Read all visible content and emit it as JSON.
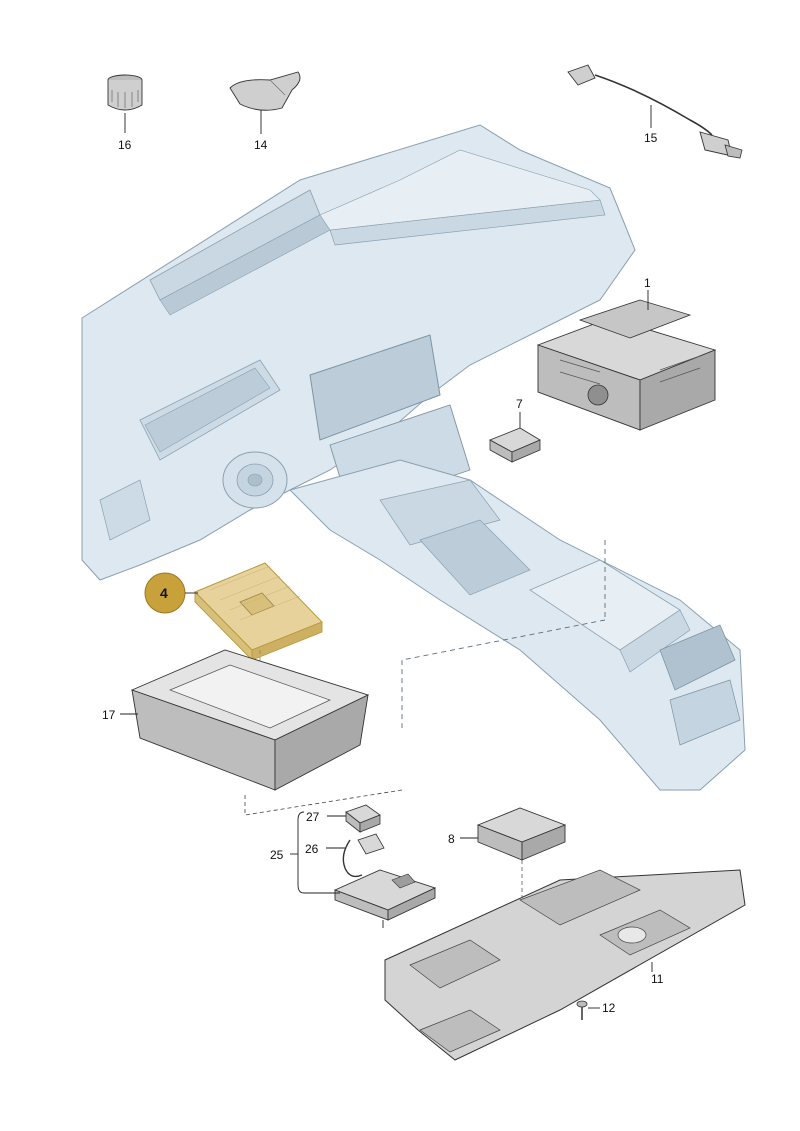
{
  "diagram": {
    "labels": {
      "p16": "16",
      "p14": "14",
      "p15": "15",
      "p1": "1",
      "p7": "7",
      "p4": "4",
      "p17": "17",
      "p27": "27",
      "p26": "26",
      "p25": "25",
      "p8": "8",
      "p11": "11",
      "p12": "12"
    },
    "colors": {
      "dash_fill": "#dde8f0",
      "dash_stroke": "#8aa0b0",
      "part_fill": "#cfcfcf",
      "part_stroke": "#333333",
      "highlight_fill": "#e6d29a",
      "highlight_stroke": "#b89a3c",
      "callout_fill": "#c9a13a"
    }
  }
}
